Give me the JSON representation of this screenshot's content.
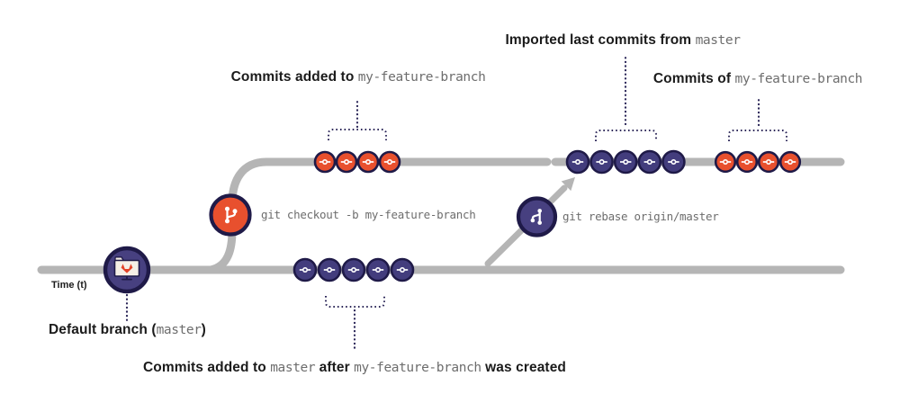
{
  "title": "Git rebase branching diagram",
  "colors": {
    "line_gray": "#b5b5b5",
    "commit_orange": "#e8502e",
    "commit_navy": "#433d7d",
    "node_ring_navy": "#1f1a48",
    "node_purple": "#474080",
    "annotation_navy": "#2b2658",
    "text_ink": "#1b1b1b",
    "code_gray": "#6d6d6d",
    "screen_cream": "#f5efe6",
    "gitlab_orange": "#e24329"
  },
  "branches": {
    "default_name": "master",
    "feature_name": "my-feature-branch"
  },
  "annotations": {
    "feature_added": {
      "label": "Commits added to ",
      "code": "my-feature-branch"
    },
    "imported": {
      "label": "Imported last commits from ",
      "code": "master"
    },
    "feature_commits": {
      "label": "Commits of ",
      "code": "my-feature-branch"
    },
    "master_added": {
      "label_1": "Commits added to ",
      "code_1": "master",
      "label_2": " after ",
      "code_2": "my-feature-branch",
      "label_3": " was created"
    },
    "default_branch": {
      "label_1": "Default branch (",
      "code_1": "master",
      "label_2": ")"
    },
    "time_axis": "Time (t)"
  },
  "commands": {
    "checkout": "git checkout -b my-feature-branch",
    "rebase": "git rebase origin/master"
  },
  "commit_groups": [
    {
      "name": "feature-new-commits",
      "count": 4,
      "color": "orange"
    },
    {
      "name": "master-new-commits",
      "count": 5,
      "color": "navy"
    },
    {
      "name": "imported-commits",
      "count": 5,
      "color": "navy"
    },
    {
      "name": "rebased-feature-commits",
      "count": 4,
      "color": "orange"
    }
  ],
  "icons": {
    "default_branch": "gitlab-monitor-icon",
    "checkout": "git-branch-icon",
    "rebase": "git-rebase-icon",
    "commit": "git-commit-icon",
    "rebase_arrow": "arrow-up-right-icon"
  }
}
